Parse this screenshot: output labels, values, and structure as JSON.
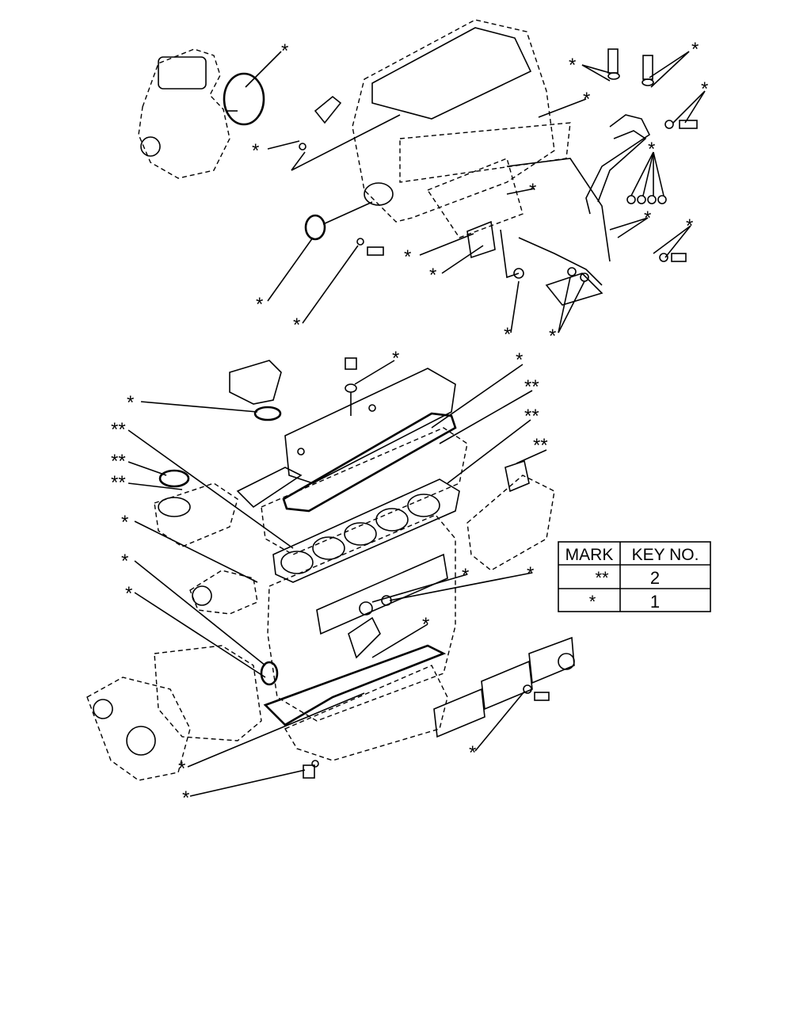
{
  "legend": {
    "headers": [
      "MARK",
      "KEY NO."
    ],
    "rows": [
      {
        "mark": "**",
        "key": "2"
      },
      {
        "mark": "*",
        "key": "1"
      }
    ]
  },
  "callouts": {
    "single": "*",
    "double": "**"
  }
}
